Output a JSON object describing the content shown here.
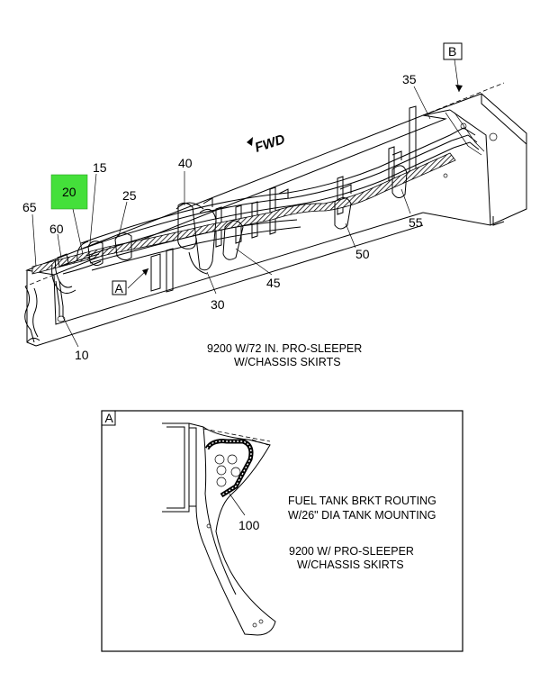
{
  "callouts": {
    "c10": "10",
    "c15": "15",
    "c20": "20",
    "c25": "25",
    "c30": "30",
    "c35": "35",
    "c40": "40",
    "c45": "45",
    "c50": "50",
    "c55": "55",
    "c60": "60",
    "c65": "65",
    "c100": "100"
  },
  "highlight_color": "#44e03a",
  "view_refs": {
    "a": "A",
    "b": "B",
    "inset": "A"
  },
  "fwd_label": "FWD",
  "main_caption": {
    "line1": "9200 W/72 IN. PRO-SLEEPER",
    "line2": "W/CHASSIS SKIRTS"
  },
  "inset_caption": {
    "line1": "FUEL TANK BRKT ROUTING",
    "line2": "W/26\" DIA TANK MOUNTING",
    "line3": "9200 W/ PRO-SLEEPER",
    "line4": "W/CHASSIS SKIRTS"
  }
}
